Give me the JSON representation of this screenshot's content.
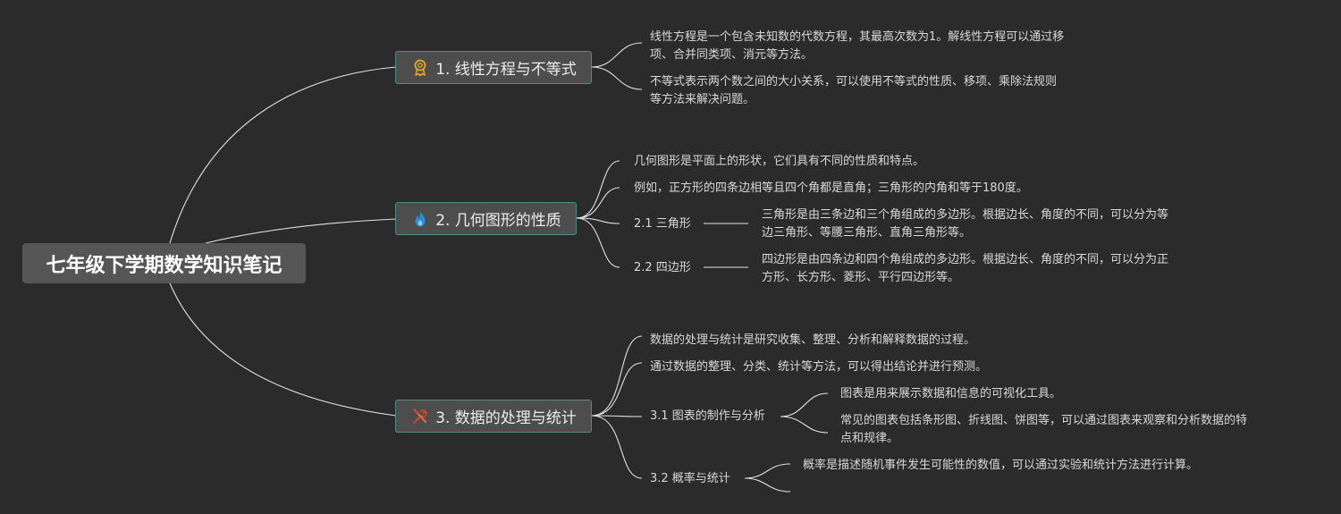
{
  "root": {
    "label": "七年级下学期数学知识笔记"
  },
  "topics": [
    {
      "label": "1. 线性方程与不等式",
      "icon": "award-ribbon-icon",
      "icon_color": "#e6a820",
      "leaves": [
        {
          "line1": "线性方程是一个包含未知数的代数方程，其最高次数为1。解线性方程可以通过移",
          "line2": "项、合并同类项、消元等方法。"
        },
        {
          "line1": "不等式表示两个数之间的大小关系，可以使用不等式的性质、移项、乘除法规则",
          "line2": "等方法来解决问题。"
        }
      ]
    },
    {
      "label": "2. 几何图形的性质",
      "icon": "flame-icon",
      "icon_color": "#2b8fd8",
      "leaves": [
        {
          "text": "几何图形是平面上的形状，它们具有不同的性质和特点。"
        },
        {
          "text": "例如，正方形的四条边相等且四个角都是直角；三角形的内角和等于180度。"
        }
      ],
      "subtopics": [
        {
          "label": "2.1 三角形",
          "detail": {
            "line1": "三角形是由三条边和三个角组成的多边形。根据边长、角度的不同，可以分为等",
            "line2": "边三角形、等腰三角形、直角三角形等。"
          }
        },
        {
          "label": "2.2 四边形",
          "detail": {
            "line1": "四边形是由四条边和四个角组成的多边形。根据边长、角度的不同，可以分为正",
            "line2": "方形、长方形、菱形、平行四边形等。"
          }
        }
      ]
    },
    {
      "label": "3. 数据的处理与统计",
      "icon": "tools-icon",
      "icon_color": "#d0442a",
      "leaves": [
        {
          "text": "数据的处理与统计是研究收集、整理、分析和解释数据的过程。"
        },
        {
          "text": "通过数据的整理、分类、统计等方法，可以得出结论并进行预测。"
        }
      ],
      "subtopics": [
        {
          "label": "3.1 图表的制作与分析",
          "details": [
            {
              "line1": "图表是用来展示数据和信息的可视化工具。"
            },
            {
              "line1": "常见的图表包括条形图、折线图、饼图等，可以通过图表来观察和分析数据的特",
              "line2": "点和规律。"
            }
          ]
        },
        {
          "label": "3.2 概率与统计",
          "details": [
            {
              "line1": "概率是描述随机事件发生可能性的数值，可以通过实验和统计方法进行计算。"
            }
          ]
        }
      ]
    }
  ]
}
